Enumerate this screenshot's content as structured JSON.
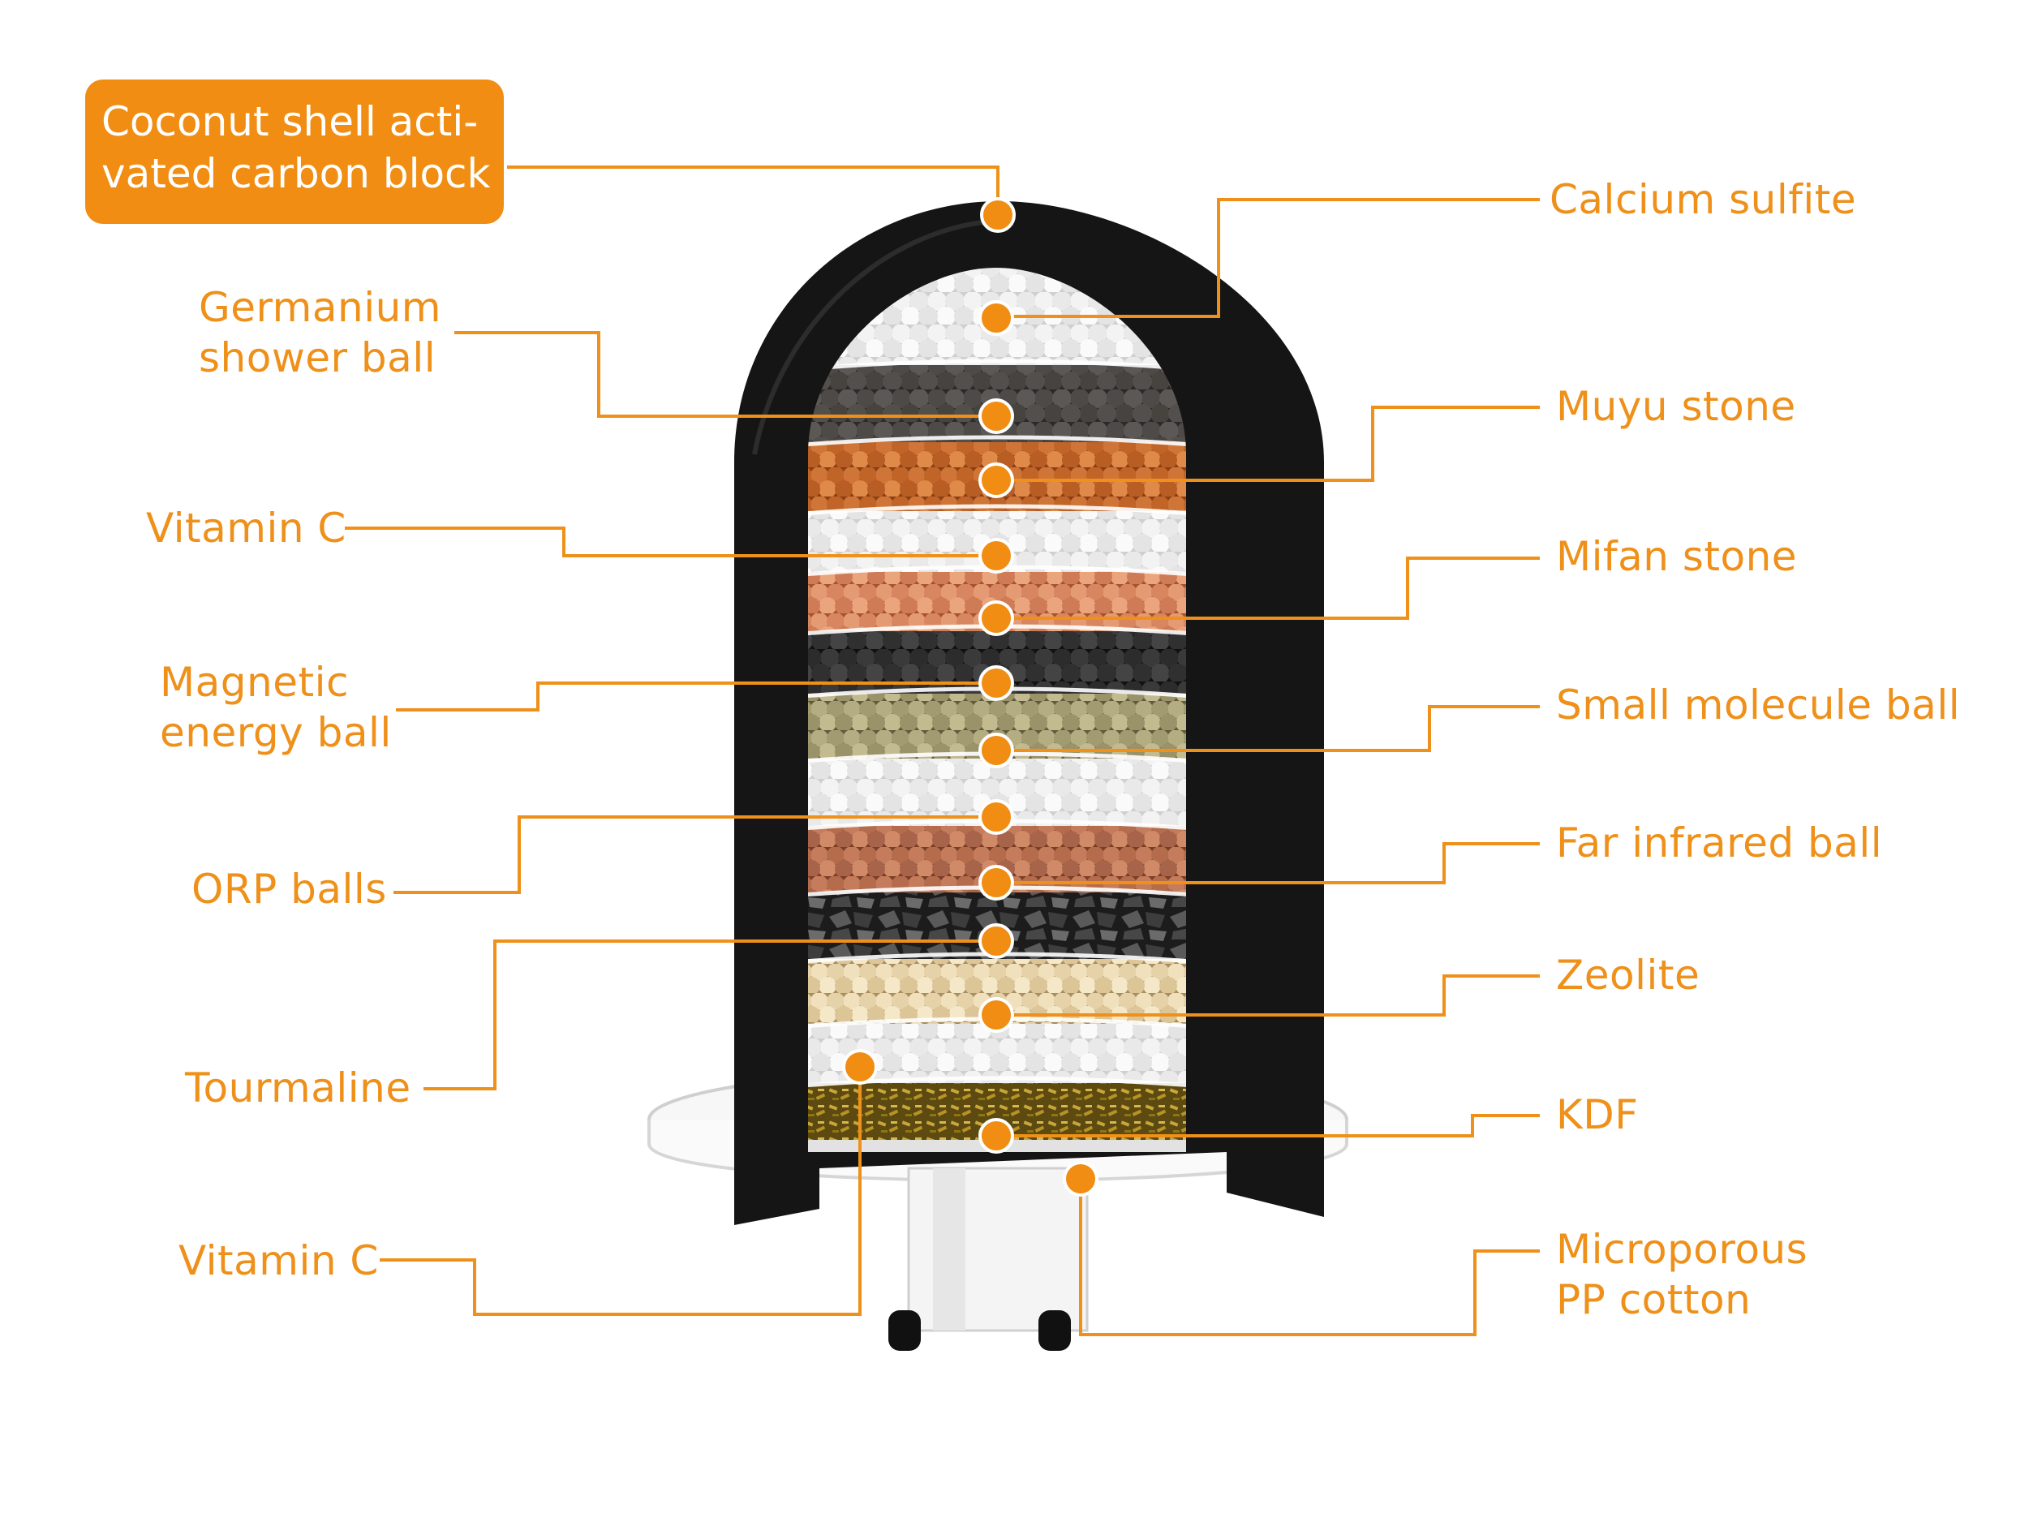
{
  "title_box": {
    "text": "Coconut shell acti-\nvated carbon block"
  },
  "colors": {
    "accent": "#f08d12",
    "label": "#ee9019",
    "shell": "#151515",
    "background": "#ffffff"
  },
  "labels_left": [
    {
      "id": "germanium",
      "text": "Germanium\nshower ball"
    },
    {
      "id": "vitamin-c-upper",
      "text": "Vitamin C"
    },
    {
      "id": "magnetic",
      "text": "Magnetic\nenergy ball"
    },
    {
      "id": "orp",
      "text": "ORP balls"
    },
    {
      "id": "tourmaline",
      "text": "Tourmaline"
    },
    {
      "id": "vitamin-c-lower",
      "text": "Vitamin C"
    }
  ],
  "labels_right": [
    {
      "id": "calcium-sulfite",
      "text": "Calcium sulfite"
    },
    {
      "id": "muyu",
      "text": "Muyu stone"
    },
    {
      "id": "mifan",
      "text": "Mifan stone"
    },
    {
      "id": "small-molecule",
      "text": "Small molecule ball"
    },
    {
      "id": "far-infrared",
      "text": "Far infrared ball"
    },
    {
      "id": "zeolite",
      "text": "Zeolite"
    },
    {
      "id": "kdf",
      "text": "KDF"
    },
    {
      "id": "pp-cotton",
      "text": "Microporous\nPP cotton"
    }
  ],
  "icons": [
    "callout-dot-icon"
  ]
}
